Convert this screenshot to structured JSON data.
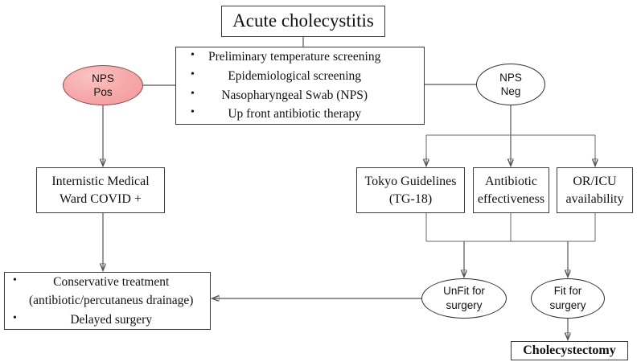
{
  "diagram": {
    "title_node": {
      "label": "Acute cholecystitis"
    },
    "screening": {
      "items": [
        "Preliminary temperature screening",
        "Epidemiological screening",
        "Nasopharyngeal Swab (NPS)",
        "Up front antibiotic therapy"
      ]
    },
    "nps_pos": {
      "line1": "NPS",
      "line2": "Pos",
      "fill_color": "#f7aaaa",
      "stroke_color": "#8a4c4c"
    },
    "nps_neg": {
      "line1": "NPS",
      "line2": "Neg",
      "fill_color": "#ffffff",
      "stroke_color": "#2f2f2f"
    },
    "ward": {
      "line1": "Internistic Medical",
      "line2": "Ward COVID +"
    },
    "tokyo": {
      "line1": "Tokyo Guidelines",
      "line2": "(TG-18)"
    },
    "antibiotic": {
      "line1": "Antibiotic",
      "line2": "effectiveness"
    },
    "oricu": {
      "line1": "OR/ICU",
      "line2": "availability"
    },
    "conservative": {
      "item1": "Conservative treatment",
      "item1_sub": "(antibiotic/percutaneus drainage)",
      "item2": "Delayed surgery"
    },
    "unfit": {
      "line1": "UnFit for",
      "line2": "surgery"
    },
    "fit": {
      "line1": "Fit for",
      "line2": "surgery"
    },
    "cholecystectomy": {
      "label": "Cholecystectomy"
    }
  }
}
